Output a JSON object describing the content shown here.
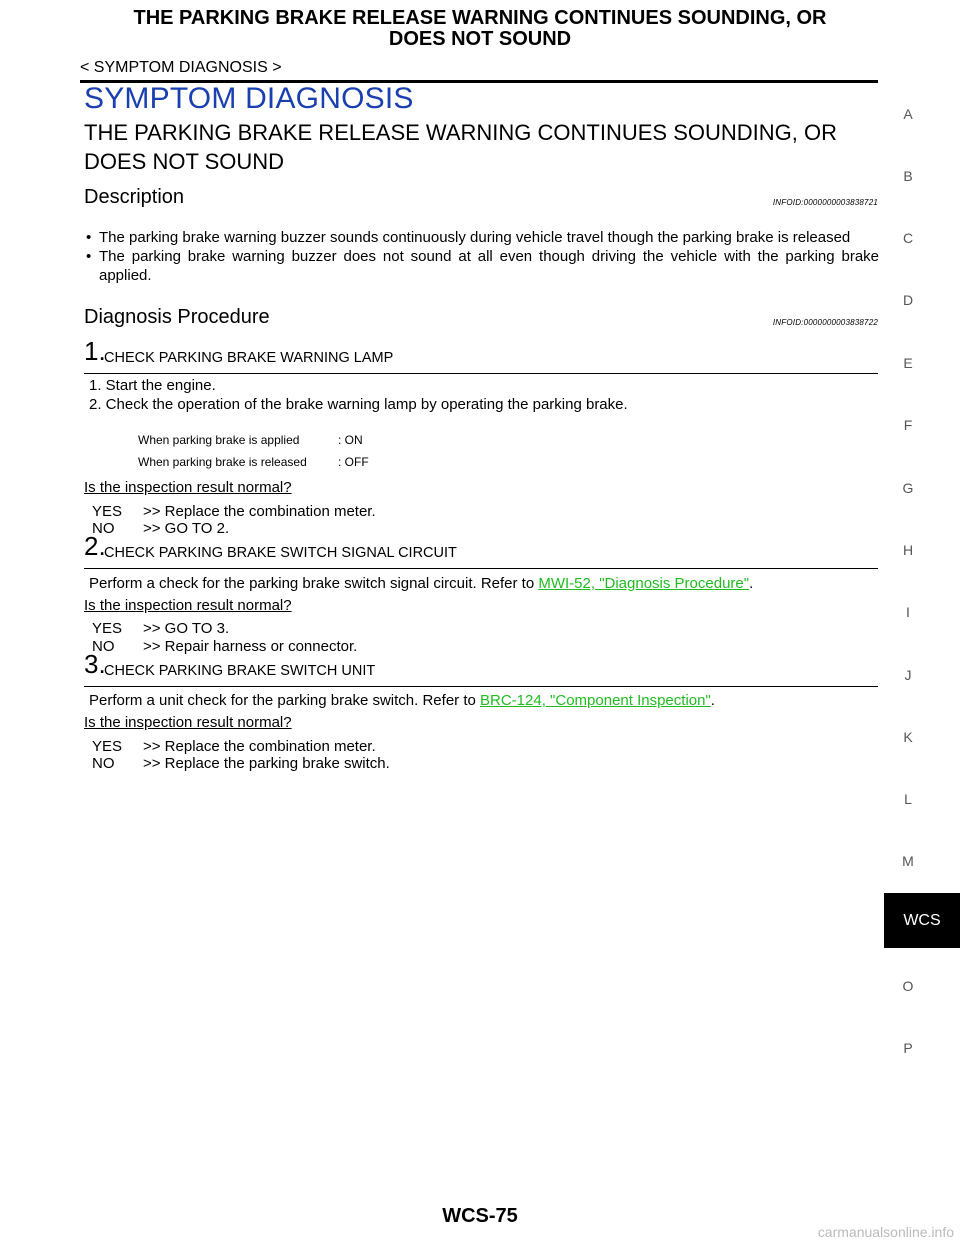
{
  "header": {
    "title_line1": "THE PARKING BRAKE RELEASE WARNING CONTINUES SOUNDING, OR",
    "title_line2": "DOES NOT SOUND",
    "breadcrumb": "< SYMPTOM DIAGNOSIS >"
  },
  "section_title": "SYMPTOM DIAGNOSIS",
  "topic": {
    "line1": "THE PARKING BRAKE RELEASE WARNING CONTINUES SOUNDING, OR",
    "line2": "DOES NOT SOUND"
  },
  "description": {
    "heading": "Description",
    "infoid": "INFOID:0000000003838721",
    "bullet_char": "•",
    "bullets": [
      "The parking brake warning buzzer sounds continuously during vehicle travel though the parking brake is released",
      "The parking brake warning buzzer does not sound at all even though driving the vehicle with the parking brake applied."
    ]
  },
  "procedure": {
    "heading": "Diagnosis Procedure",
    "infoid": "INFOID:0000000003838722",
    "steps": [
      {
        "number": "1.",
        "title": "CHECK PARKING BRAKE WARNING LAMP",
        "instructions": [
          "1.   Start the engine.",
          "2.   Check the operation of the brake warning lamp by operating the parking brake."
        ],
        "conditions": [
          {
            "label": "When parking brake is applied",
            "value": ": ON"
          },
          {
            "label": "When parking brake is released",
            "value": ": OFF"
          }
        ],
        "question": "Is the inspection result normal?",
        "answers": [
          {
            "key": "YES",
            "text": ">> Replace the combination meter."
          },
          {
            "key": "NO",
            "text": ">> GO TO 2."
          }
        ]
      },
      {
        "number": "2.",
        "title": "CHECK PARKING BRAKE SWITCH SIGNAL CIRCUIT",
        "text_before": "Perform a check for the parking brake switch signal circuit. Refer to ",
        "link": "MWI-52, \"Diagnosis Procedure\"",
        "text_after": ".",
        "question": "Is the inspection result normal?",
        "answers": [
          {
            "key": "YES",
            "text": ">> GO TO 3."
          },
          {
            "key": "NO",
            "text": ">> Repair harness or connector."
          }
        ]
      },
      {
        "number": "3.",
        "title": "CHECK PARKING BRAKE SWITCH UNIT",
        "text_before": "Perform a unit check for the parking brake switch. Refer to ",
        "link": "BRC-124, \"Component Inspection\"",
        "text_after": ".",
        "question": "Is the inspection result normal?",
        "answers": [
          {
            "key": "YES",
            "text": ">> Replace the combination meter."
          },
          {
            "key": "NO",
            "text": ">> Replace the parking brake switch."
          }
        ]
      }
    ]
  },
  "side_index": [
    "A",
    "B",
    "C",
    "D",
    "E",
    "F",
    "G",
    "H",
    "I",
    "J",
    "K",
    "L",
    "M",
    "WCS",
    "O",
    "P"
  ],
  "footer": "WCS-75",
  "watermark": "carmanualsonline.info",
  "colors": {
    "section_title": "#1a3fb0",
    "link": "#22bb22",
    "tab_bg": "#000000"
  }
}
